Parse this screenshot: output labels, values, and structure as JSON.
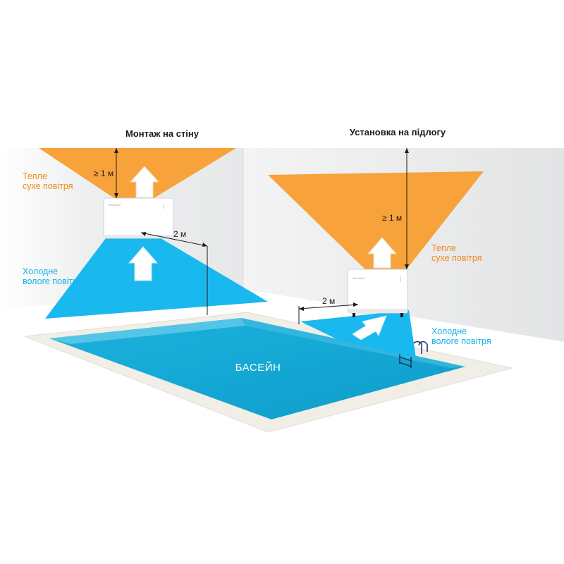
{
  "wall_mount": {
    "title": "Монтаж на стіну",
    "warm_air": [
      "Тепле",
      "сухе повітря"
    ],
    "cold_air": [
      "Холодне",
      "вологе повітря"
    ],
    "height": "≥ 1 м",
    "distance": "2 м",
    "brand": "Microwell"
  },
  "floor_install": {
    "title": "Установка на підлогу",
    "warm_air": [
      "Тепле",
      "сухе повітря"
    ],
    "cold_air": [
      "Холодне",
      "вологе повітря"
    ],
    "height": "≥ 1 м",
    "distance": "2 м",
    "brand": "Microwell"
  },
  "pool": {
    "label": "БАСЕЙН"
  },
  "colors": {
    "warm_air": "#f7a23a",
    "cold_air": "#19b8ef",
    "pool_water": "#12a6d2",
    "pool_edge": "#f0eee6",
    "wall": "#eceeef",
    "warm_text": "#f08a1c",
    "cold_text": "#1ab2e6"
  }
}
